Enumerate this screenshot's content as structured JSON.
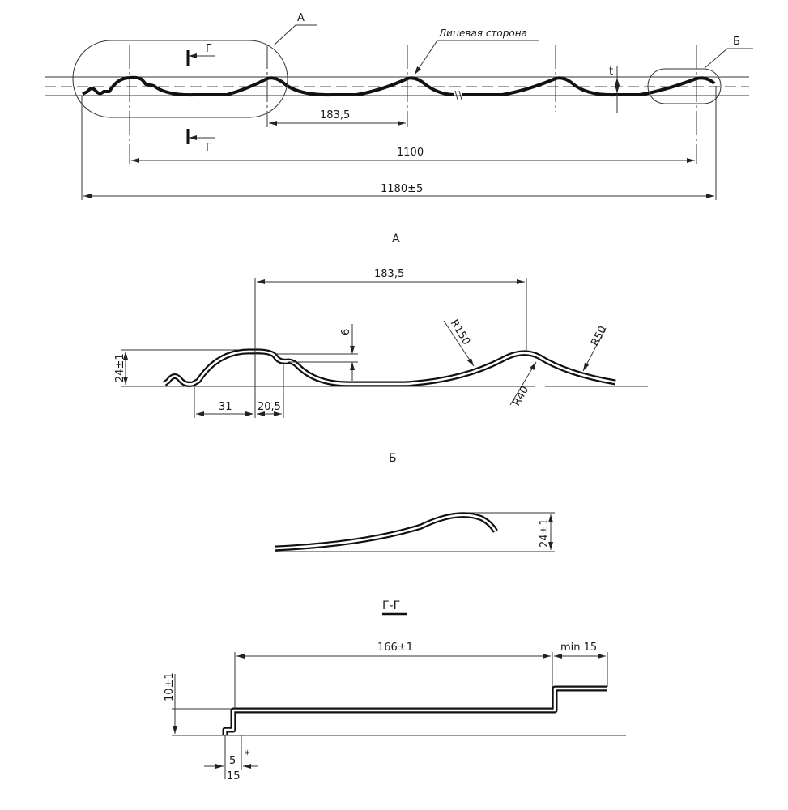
{
  "main_view": {
    "callout_a": "А",
    "callout_b": "Б",
    "section_mark_top": "Г",
    "section_mark_bottom": "Г",
    "face_side_label": "Лицевая сторона",
    "thickness_label": "t",
    "dim_pitch": "183,5",
    "dim_effective_width": "1100",
    "dim_total_width": "1180±5"
  },
  "detail_a": {
    "title": "А",
    "dim_pitch": "183,5",
    "dim_height": "24±1",
    "dim_step": "6",
    "dim_31": "31",
    "dim_20_5": "20,5",
    "radius_150": "R150",
    "radius_50": "R50",
    "radius_40": "R40"
  },
  "detail_b": {
    "title": "Б",
    "dim_height": "24±1"
  },
  "section_g": {
    "title": "Г-Г",
    "dim_length": "166±1",
    "dim_min": "min 15",
    "dim_height": "10±1",
    "dim_5": "5",
    "dim_15": "15",
    "asterisk": "*"
  }
}
